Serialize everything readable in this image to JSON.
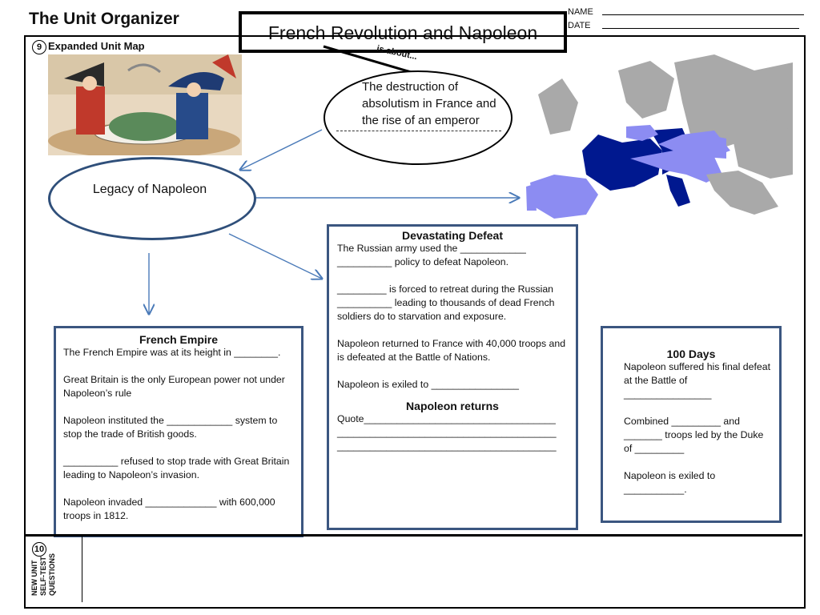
{
  "header": {
    "organizer_title": "The Unit Organizer",
    "unit_title": "French Revolution and Napoleon",
    "name_label": "NAME",
    "date_label": "DATE"
  },
  "section9": {
    "number": "9",
    "title": "Expanded Unit Map"
  },
  "about": {
    "connector_label": "is about...",
    "text": "The destruction of absolutism in France and the rise of an emperor"
  },
  "legacy": {
    "label": "Legacy of Napoleon"
  },
  "defeat_box": {
    "title": "Devastating Defeat",
    "p1": "The Russian army used the ____________ __________ policy to defeat Napoleon.",
    "p2": "_________ is forced to retreat during the Russian __________ leading to thousands of dead French soldiers do to starvation and exposure.",
    "p3": "Napoleon returned to France with 40,000 troops and is defeated at the Battle of Nations.",
    "p4": "Napoleon is exiled to ________________",
    "returns_title": "Napoleon returns",
    "quote_label": "Quote",
    "quote_line1": "___________________________________",
    "quote_line2": "________________________________________",
    "quote_line3": "________________________________________"
  },
  "empire_box": {
    "title": "French Empire",
    "p1": "The French Empire was at its height in ________.",
    "p2": "Great Britain is the only European power not under Napoleon’s rule",
    "p3": "Napoleon instituted the ____________ system to stop the trade of British goods.",
    "p4": "__________ refused to stop trade with Great Britain leading to Napoleon’s invasion.",
    "p5": "Napoleon invaded _____________ with 600,000 troops in 1812."
  },
  "days_box": {
    "title": "100 Days",
    "p1": "Napoleon suffered his final defeat at the Battle of ________________",
    "p2": "Combined _________ and _______ troops led by the Duke of _________",
    "p3": "Napoleon is  exiled to ___________."
  },
  "section10": {
    "number": "10",
    "label": "NEW UNIT SELF-TEST QUESTIONS"
  },
  "colors": {
    "arrow": "#4a7ab8",
    "box_border": "#3b5680",
    "map_dark": "#00188f",
    "map_light": "#8c8cf2",
    "map_gray": "#a9a9a9"
  }
}
